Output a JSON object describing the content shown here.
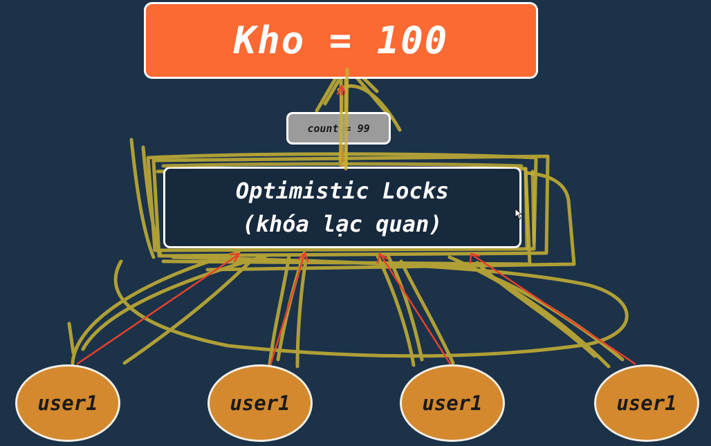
{
  "store": {
    "label": "Kho = 100"
  },
  "counter": {
    "label": "count = 99"
  },
  "lock": {
    "line1": "Optimistic Locks",
    "line2": "(khóa lạc quan)"
  },
  "users": [
    {
      "label": "user1"
    },
    {
      "label": "user1"
    },
    {
      "label": "user1"
    },
    {
      "label": "user1"
    }
  ],
  "colors": {
    "background": "#1b3249",
    "store_fill": "#fb6a33",
    "counter_fill": "#9b9b9b",
    "lock_fill": "#17293d",
    "user_fill": "#d4892e",
    "annotation_stroke": "#c9b233",
    "request_arrow": "#e8412b"
  },
  "icons": {
    "cursor": "mouse-pointer-icon"
  }
}
